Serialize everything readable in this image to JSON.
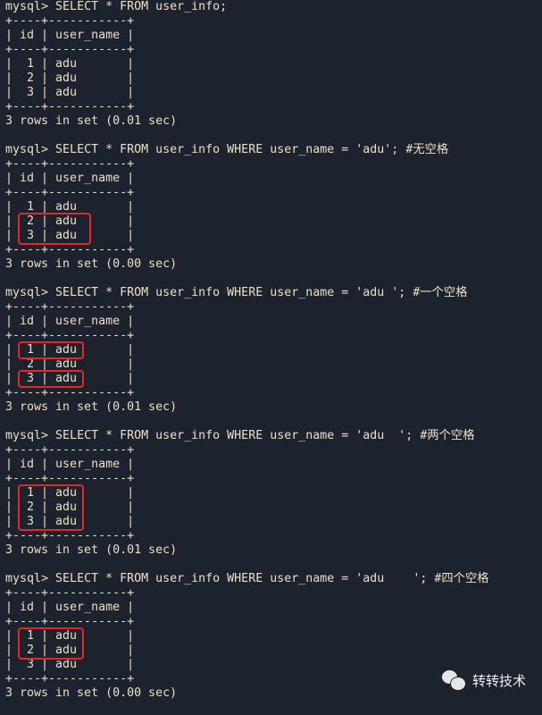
{
  "prompt": "mysql> ",
  "table": {
    "border": "+----+-----------+",
    "header": "| id | user_name |"
  },
  "blocks": [
    {
      "query": "SELECT * FROM user_info;",
      "comment": "",
      "rows": [
        "|  1 | adu       |",
        "|  2 | adu       |",
        "|  3 | adu       |"
      ],
      "result": "3 rows in set (0.01 sec)",
      "highlight": []
    },
    {
      "query": "SELECT * FROM user_info WHERE user_name = 'adu'; ",
      "comment": "#无空格",
      "rows": [
        "|  1 | adu       |",
        "|  2 | adu       |",
        "|  3 | adu       |"
      ],
      "result": "3 rows in set (0.00 sec)",
      "highlight": [
        [
          2,
          3
        ]
      ]
    },
    {
      "query": "SELECT * FROM user_info WHERE user_name = 'adu '; ",
      "comment": "#一个空格",
      "rows": [
        "|  1 | adu       |",
        "|  2 | adu       |",
        "|  3 | adu       |"
      ],
      "result": "3 rows in set (0.01 sec)",
      "highlight": [
        [
          1,
          1
        ],
        [
          3,
          3
        ]
      ]
    },
    {
      "query": "SELECT * FROM user_info WHERE user_name = 'adu  '; ",
      "comment": "#两个空格",
      "rows": [
        "|  1 | adu       |",
        "|  2 | adu       |",
        "|  3 | adu       |"
      ],
      "result": "3 rows in set (0.01 sec)",
      "highlight": [
        [
          1,
          3
        ]
      ]
    },
    {
      "query": "SELECT * FROM user_info WHERE user_name = 'adu    '; ",
      "comment": "#四个空格",
      "rows": [
        "|  1 | adu       |",
        "|  2 | adu       |",
        "|  3 | adu       |"
      ],
      "result": "3 rows in set (0.00 sec)",
      "highlight": [
        [
          1,
          2
        ]
      ]
    }
  ],
  "highlight_color": "#e8262a",
  "watermark": {
    "icon": "wechat-icon",
    "text": "转转技术"
  }
}
